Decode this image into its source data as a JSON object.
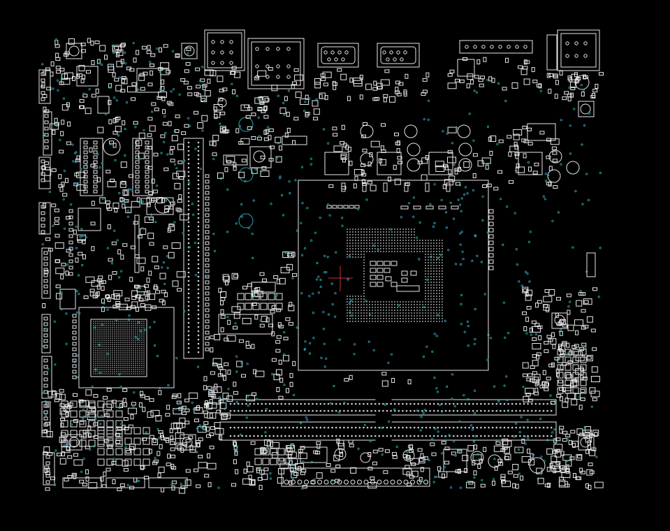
{
  "viewer": {
    "background": "#000000",
    "outline_color": "#ffffff",
    "via_color": "#2aa8b8",
    "cursor_color": "#c8323c"
  },
  "board": {
    "cpu_socket": {
      "name": "cpu-socket-lga"
    },
    "chipset": {
      "name": "chipset-bga"
    },
    "memory_slots": {
      "count": 2
    },
    "expansion_slot": {
      "count": 1
    },
    "io_ports": [
      "usb-stack-1",
      "rj45-usb-stack",
      "vga-port",
      "dvi-port",
      "serial-header",
      "usb-stack-2"
    ]
  }
}
